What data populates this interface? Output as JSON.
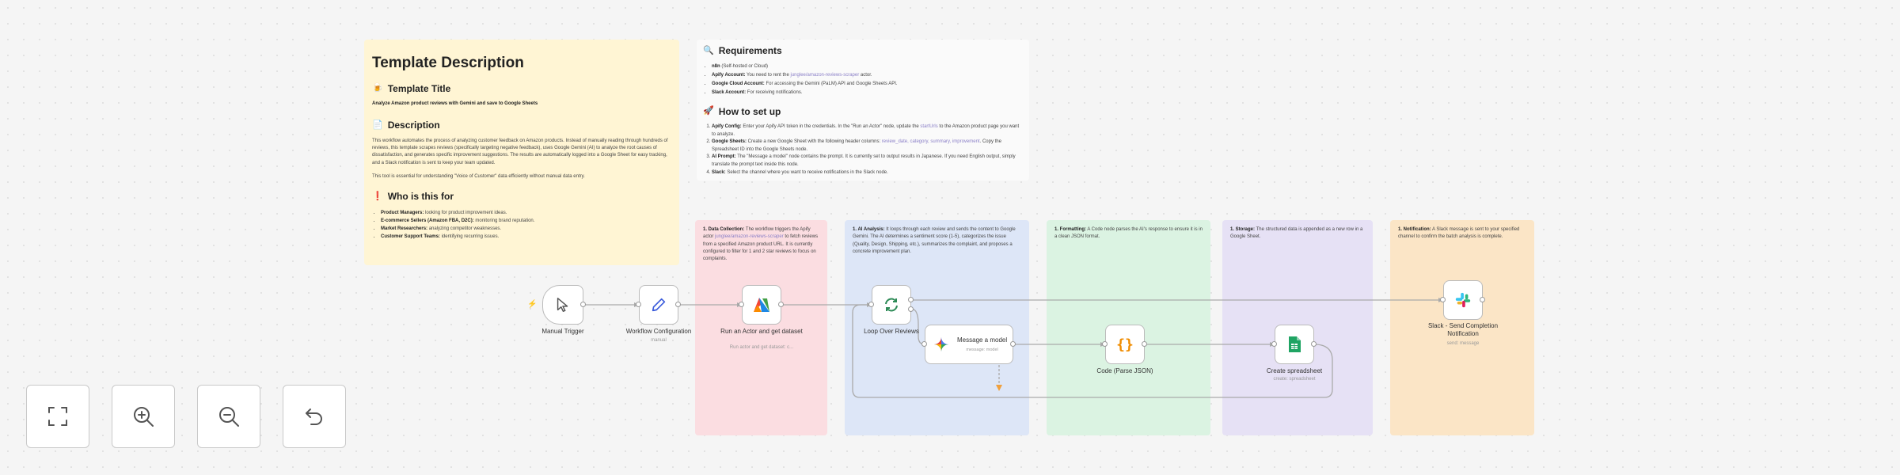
{
  "template": {
    "heading": "Template Description",
    "title_heading": "Template Title",
    "title_emoji": "🍺",
    "title_text": "Analyze Amazon product reviews with Gemini and save to Google Sheets",
    "desc_heading": "Description",
    "desc_emoji": "📄",
    "desc_text1": "This workflow automates the process of analyzing customer feedback on Amazon products. Instead of manually reading through hundreds of reviews, this template scrapes reviews (specifically targeting negative feedback), uses Google Gemini (AI) to analyze the root causes of dissatisfaction, and generates specific improvement suggestions. The results are automatically logged into a Google Sheet for easy tracking, and a Slack notification is sent to keep your team updated.",
    "desc_text2": "This tool is essential for understanding \"Voice of Customer\" data efficiently without manual data entry.",
    "who_heading": "Who is this for",
    "who_emoji": "❗",
    "who_items": [
      {
        "bold": "Product Managers:",
        "text": " looking for product improvement ideas."
      },
      {
        "bold": "E-commerce Sellers (Amazon FBA, D2C):",
        "text": " monitoring brand reputation."
      },
      {
        "bold": "Market Researchers:",
        "text": " analyzing competitor weaknesses."
      },
      {
        "bold": "Customer Support Teams:",
        "text": " identifying recurring issues."
      }
    ]
  },
  "requirements": {
    "heading": "Requirements",
    "emoji": "🔍",
    "items": [
      {
        "bold": "n8n",
        "text": " (Self-hosted or Cloud)"
      },
      {
        "bold": "Apify Account:",
        "text": " You need to rent the ",
        "code": "junglee/amazon-reviews-scraper",
        "text2": " actor."
      },
      {
        "bold": "Google Cloud Account:",
        "text": " For accessing the Gemini (PaLM) API and Google Sheets API."
      },
      {
        "bold": "Slack Account:",
        "text": " For receiving notifications."
      }
    ],
    "setup_heading": "How to set up",
    "setup_emoji": "🚀",
    "setup_items": [
      {
        "bold": "Apify Config:",
        "text": " Enter your Apify API token in the credentials. In the \"Run an Actor\" node, update the ",
        "code": "startUrls",
        "text2": " to the Amazon product page you want to analyze."
      },
      {
        "bold": "Google Sheets:",
        "text": " Create a new Google Sheet with the following header columns: ",
        "code": "review_date, category, summary, improvement",
        "text2": ". Copy the Spreadsheet ID into the Google Sheets node."
      },
      {
        "bold": "AI Prompt:",
        "text": " The \"Message a model\" node contains the prompt. It is currently set to output results in Japanese. If you need English output, simply translate the prompt text inside this node.",
        "code": "",
        "text2": ""
      },
      {
        "bold": "Slack:",
        "text": " Select the channel where you want to receive notifications in the Slack node.",
        "code": "",
        "text2": ""
      }
    ]
  },
  "sticky_notes": {
    "data_collection": {
      "bold": "1. Data Collection:",
      "text": " The workflow triggers the Apify actor ",
      "code": "junglee/amazon-reviews-scraper",
      "text2": " to fetch reviews from a specified Amazon product URL. It is currently configured to filter for 1 and 2 star reviews to focus on complaints."
    },
    "ai_analysis": {
      "bold": "1. AI Analysis:",
      "text": " It loops through each review and sends the content to Google Gemini. The AI determines a sentiment score (1-5), categorizes the issue (Quality, Design, Shipping, etc.), summarizes the complaint, and proposes a concrete improvement plan."
    },
    "formatting": {
      "bold": "1. Formatting:",
      "text": " A Code node parses the AI's response to ensure it is in a clean JSON format."
    },
    "storage": {
      "bold": "1. Storage:",
      "text": " The structured data is appended as a new row in a Google Sheet."
    },
    "notification": {
      "bold": "1. Notification:",
      "text": " A Slack message is sent to your specified channel to confirm the batch analysis is complete."
    }
  },
  "nodes": {
    "manual_trigger": {
      "label": "Manual Trigger",
      "icon": "cursor-icon"
    },
    "workflow_config": {
      "label": "Workflow Configuration",
      "sub": "manual",
      "icon": "pencil-icon"
    },
    "apify": {
      "label": "Run an Actor and get dataset",
      "sub": "Run actor and get dataset: c...",
      "icon": "apify-icon"
    },
    "loop": {
      "label": "Loop Over Reviews",
      "icon": "loop-icon"
    },
    "gemini": {
      "label": "Message a model",
      "sub": "message: model",
      "icon": "gemini-icon"
    },
    "code": {
      "label": "Code (Parse JSON)",
      "icon": "braces-icon"
    },
    "sheets": {
      "label": "Create spreadsheet",
      "sub": "create: spreadsheet",
      "icon": "sheets-icon"
    },
    "slack": {
      "label": "Slack - Send Completion Notification",
      "sub": "send: message",
      "icon": "slack-icon"
    }
  },
  "controls": {
    "fit": "fit-view-icon",
    "zoom_in": "zoom-in-icon",
    "zoom_out": "zoom-out-icon",
    "undo": "undo-icon"
  },
  "colors": {
    "yellow_note": "#fff5d4",
    "red_note": "#fbdde1",
    "blue_note": "#dde6f7",
    "green_note": "#dbf3e2",
    "purple_note": "#e6e1f5",
    "orange_note": "#fbe5c6",
    "trigger_accent": "#ff6d5a"
  }
}
